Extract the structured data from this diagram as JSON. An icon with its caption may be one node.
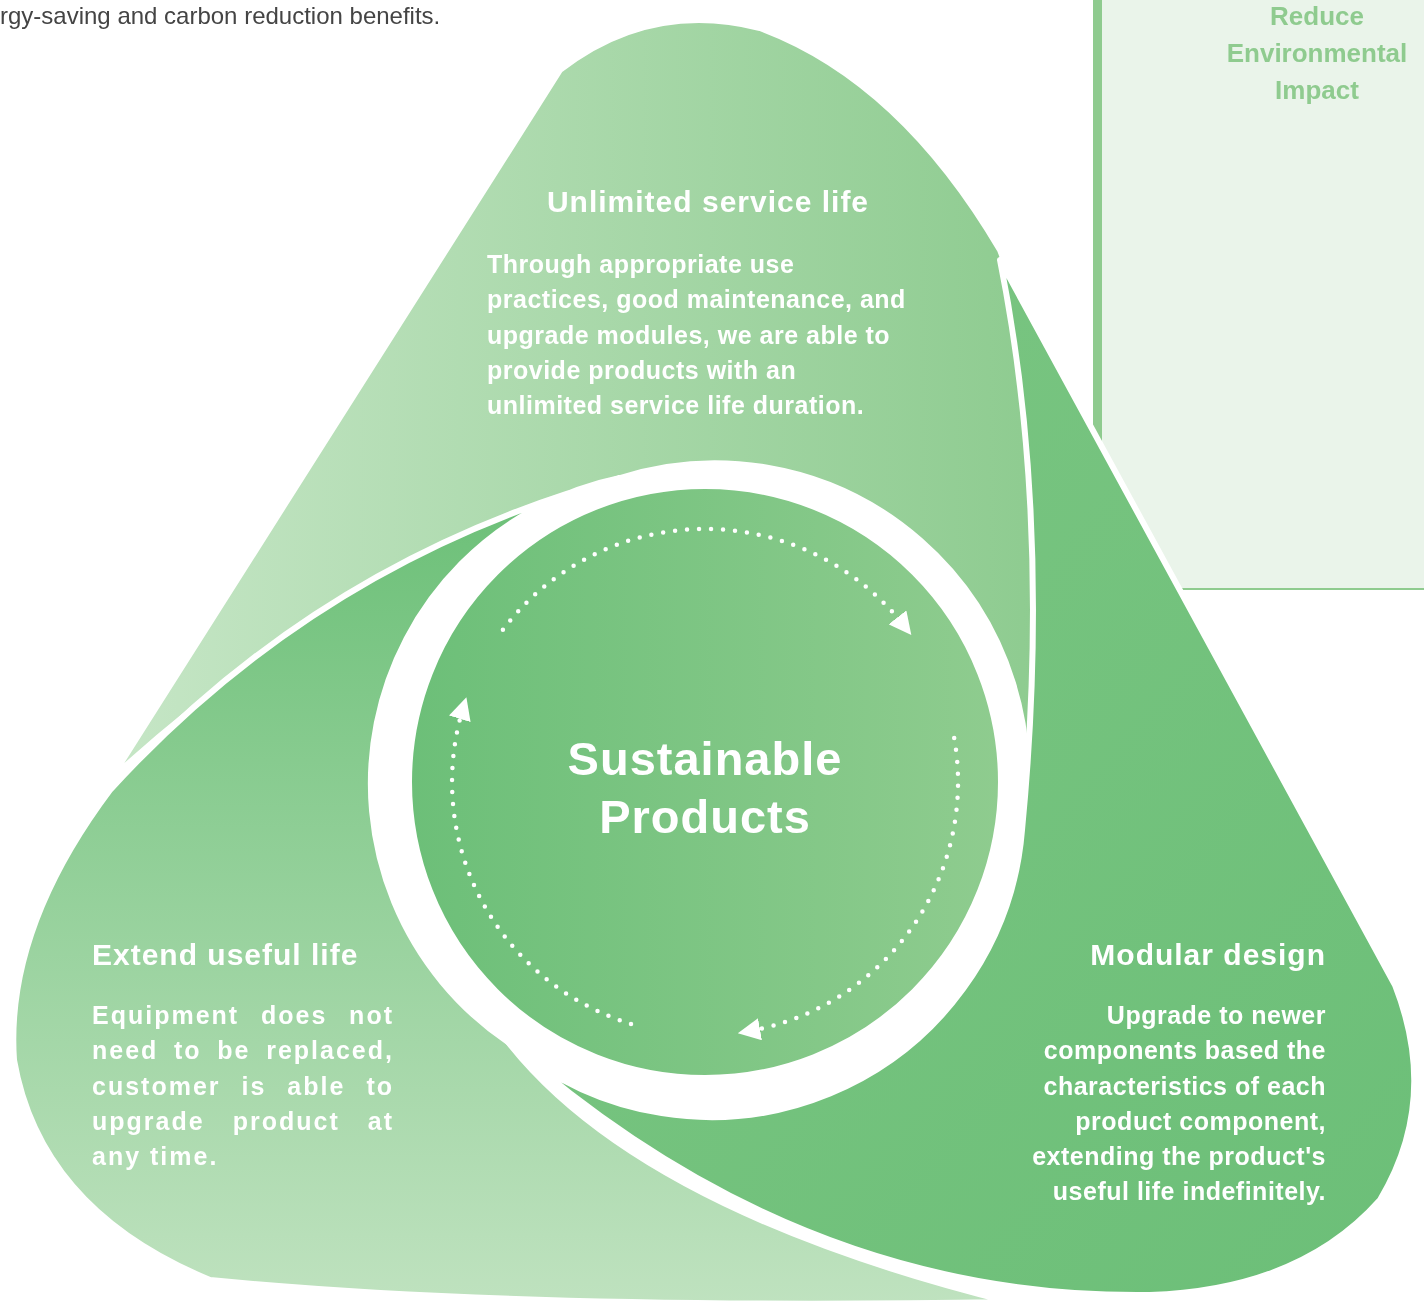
{
  "diagram": {
    "nodes": [
      {
        "text": [
          "Unlimited service life",
          "Through appropriate use practices, good maintenance, and upgrade modules, we are able to provide products with an unlimited service life duration."
        ]
      },
      {
        "text": [
          "Extend useful life",
          "Equipment does not need to be replaced, customer is able to upgrade product at any time."
        ]
      },
      {
        "text": [
          "Modular design",
          "Upgrade to newer components based the characteristics of each product component, extending the product's useful life indefinitely."
        ]
      },
      {
        "text": [
          "Sustainable Products"
        ]
      },
      {
        "text": [
          "Reduce Environmental Impact"
        ]
      }
    ],
    "edges": [],
    "labels": [
      "rgy-saving and carbon reduction benefits."
    ]
  }
}
